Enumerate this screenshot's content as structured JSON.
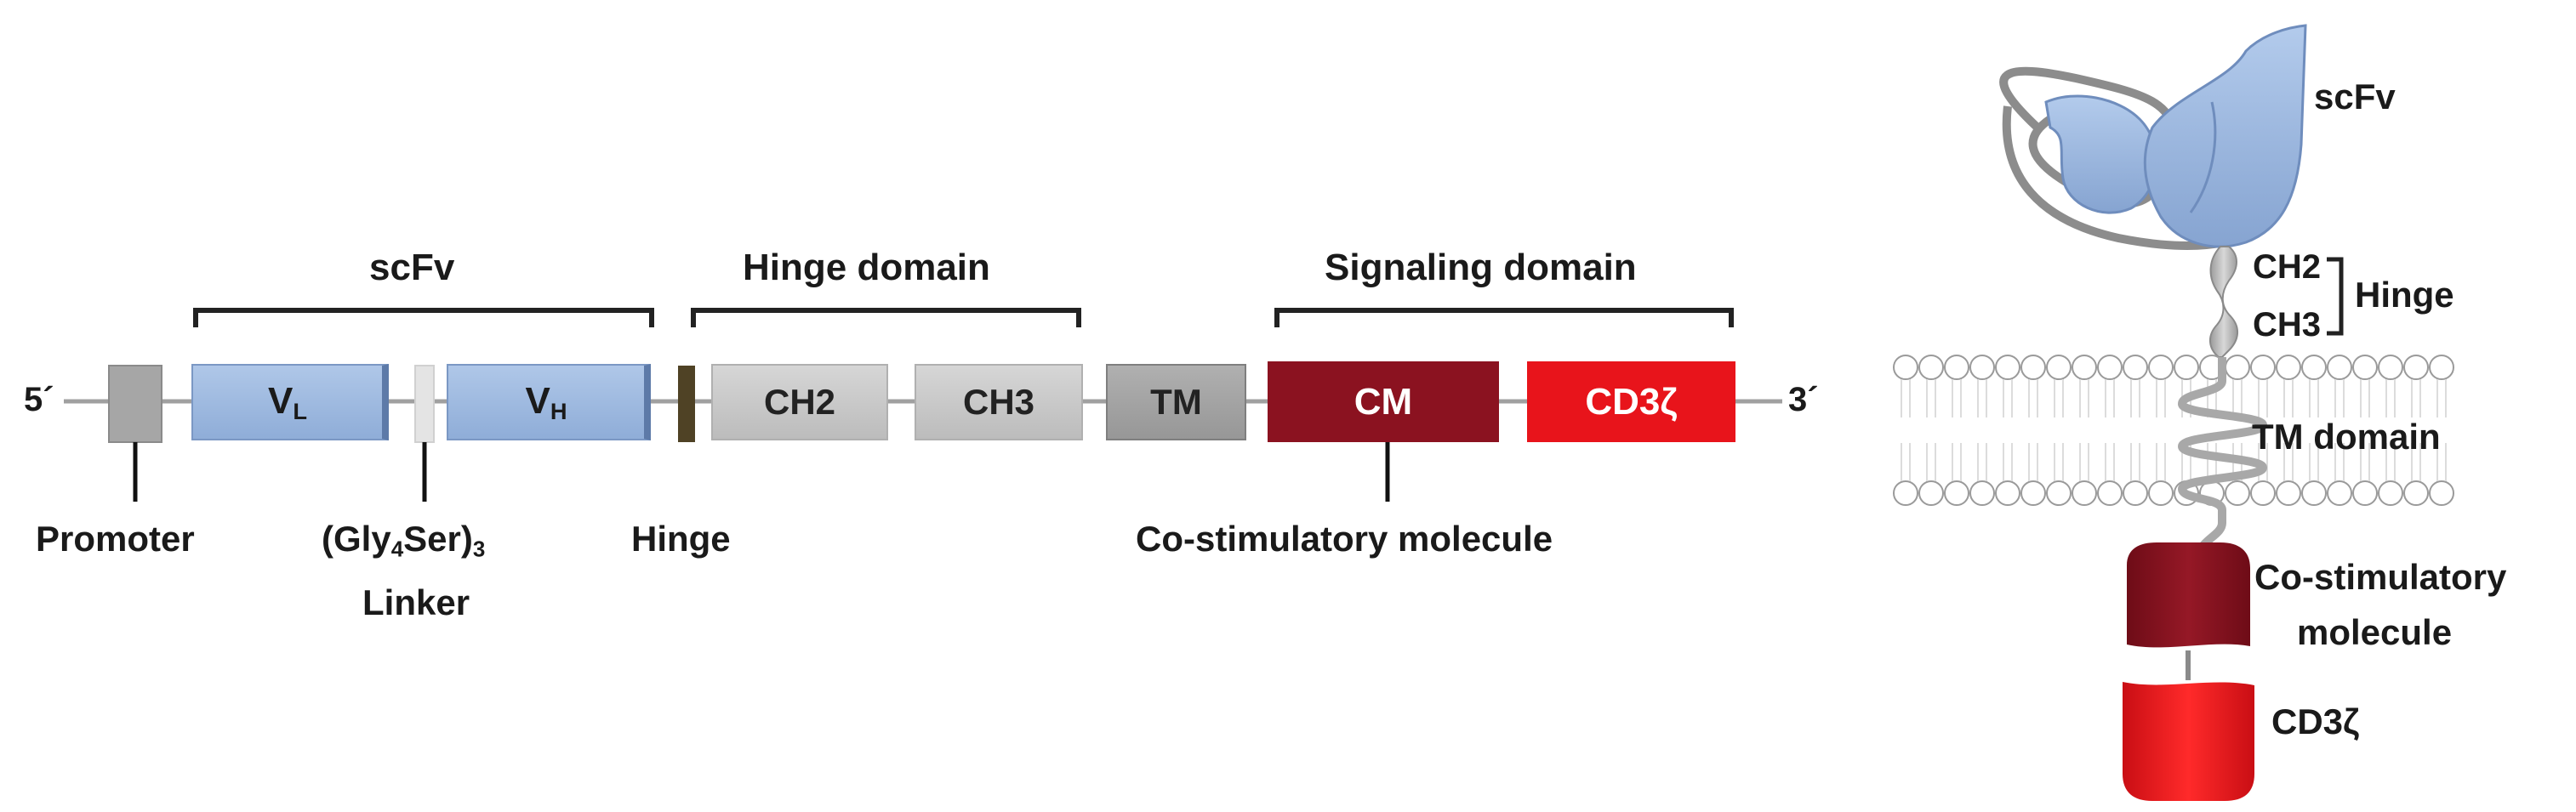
{
  "construct": {
    "five_prime": "5´",
    "three_prime": "3´",
    "groups": {
      "scfv": "scFv",
      "hinge_domain": "Hinge domain",
      "signaling_domain": "Signaling domain"
    },
    "segments": {
      "vl_main": "V",
      "vl_sub": "L",
      "vh_main": "V",
      "vh_sub": "H",
      "ch2": "CH2",
      "ch3": "CH3",
      "tm": "TM",
      "cm": "CM",
      "cd3z": "CD3ζ"
    },
    "callouts": {
      "promoter": "Promoter",
      "linker_pre": "(Gly",
      "linker_sub4": "4",
      "linker_mid": "Ser)",
      "linker_sub3": "3",
      "linker_word": "Linker",
      "hinge": "Hinge",
      "costim": "Co-stimulatory molecule"
    }
  },
  "receptor": {
    "scfv": "scFv",
    "ch2": "CH2",
    "ch3": "CH3",
    "hinge": "Hinge",
    "tm_domain": "TM domain",
    "costim_line1": "Co-stimulatory",
    "costim_line2": "molecule",
    "cd3z": "CD3ζ"
  },
  "colors": {
    "variable_blue": "#9db9e0",
    "constant_gray": "#c8c8c8",
    "tm_gray": "#a6a6a6",
    "promoter_gray": "#a6a6a6",
    "hinge_olive": "#4f4225",
    "cm_darkred": "#8b1220",
    "cd3z_red": "#e8141b",
    "backbone": "#a0a0a0"
  }
}
